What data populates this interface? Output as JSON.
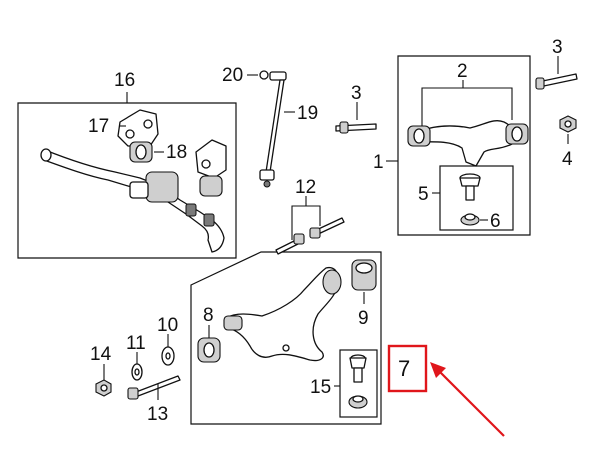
{
  "callouts": {
    "c1": "1",
    "c2": "2",
    "c3a": "3",
    "c3b": "3",
    "c4": "4",
    "c5": "5",
    "c6": "6",
    "c7": "7",
    "c8": "8",
    "c9": "9",
    "c10": "10",
    "c11": "11",
    "c12": "12",
    "c13": "13",
    "c14": "14",
    "c15": "15",
    "c16": "16",
    "c17": "17",
    "c18": "18",
    "c19": "19",
    "c20": "20"
  },
  "colors": {
    "line": "#111111",
    "highlight": "#e0161b",
    "background": "#ffffff"
  }
}
